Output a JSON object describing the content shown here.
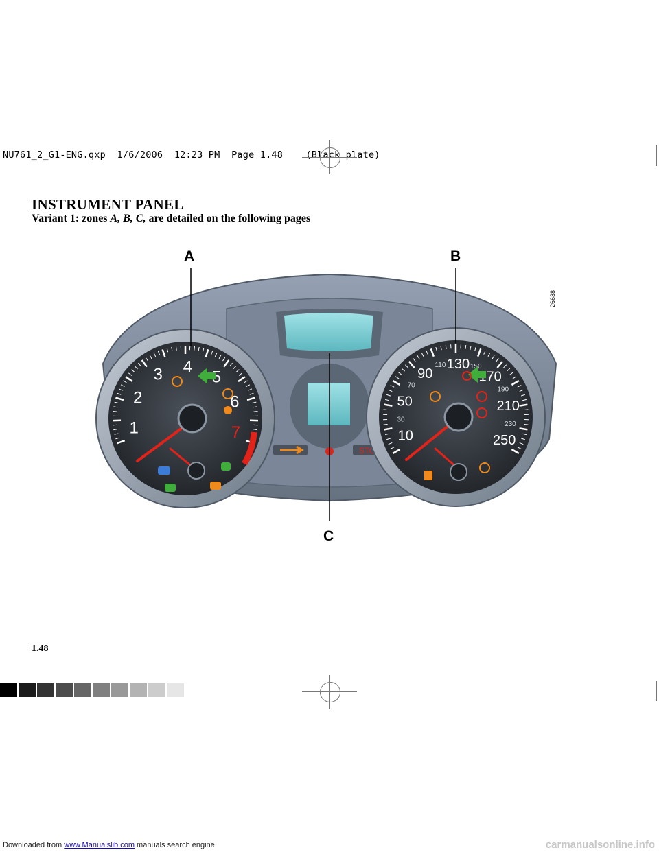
{
  "prepress_line": "NU761_2_G1-ENG.qxp  1/6/2006  12:23 PM  Page 1.48    (Black plate)",
  "title": "INSTRUMENT PANEL",
  "subtitle": {
    "prefix": "Variant 1: zones ",
    "zones": "A, B, C,",
    "suffix": " are detailed on the following pages"
  },
  "callouts": {
    "a": "A",
    "b": "B",
    "c": "C"
  },
  "image_code": "26638",
  "page_number": "1.48",
  "tachometer": {
    "numbers": [
      "1",
      "2",
      "3",
      "4",
      "5",
      "6",
      "7"
    ]
  },
  "speedometer": {
    "major": [
      "10",
      "50",
      "90",
      "130",
      "170",
      "210",
      "250"
    ],
    "minor": [
      "30",
      "70",
      "110",
      "150",
      "190",
      "230"
    ]
  },
  "center": {
    "stop_label": "STOP"
  },
  "colors": {
    "panel": "#7f8da0",
    "dial_face": "#3a3f46",
    "needle": "#e2231a",
    "warning_orange": "#f08a1c",
    "indicator_green": "#3fae3a",
    "lcd": "#7ccfd6"
  },
  "swatches": [
    "#000000",
    "#1b1b1b",
    "#333333",
    "#4d4d4d",
    "#666666",
    "#808080",
    "#999999",
    "#b3b3b3",
    "#cccccc",
    "#e6e6e6"
  ],
  "footer": {
    "prefix": "Downloaded from ",
    "link": "www.Manualslib.com",
    "suffix": " manuals search engine"
  },
  "watermark": "carmanualsonline.info"
}
